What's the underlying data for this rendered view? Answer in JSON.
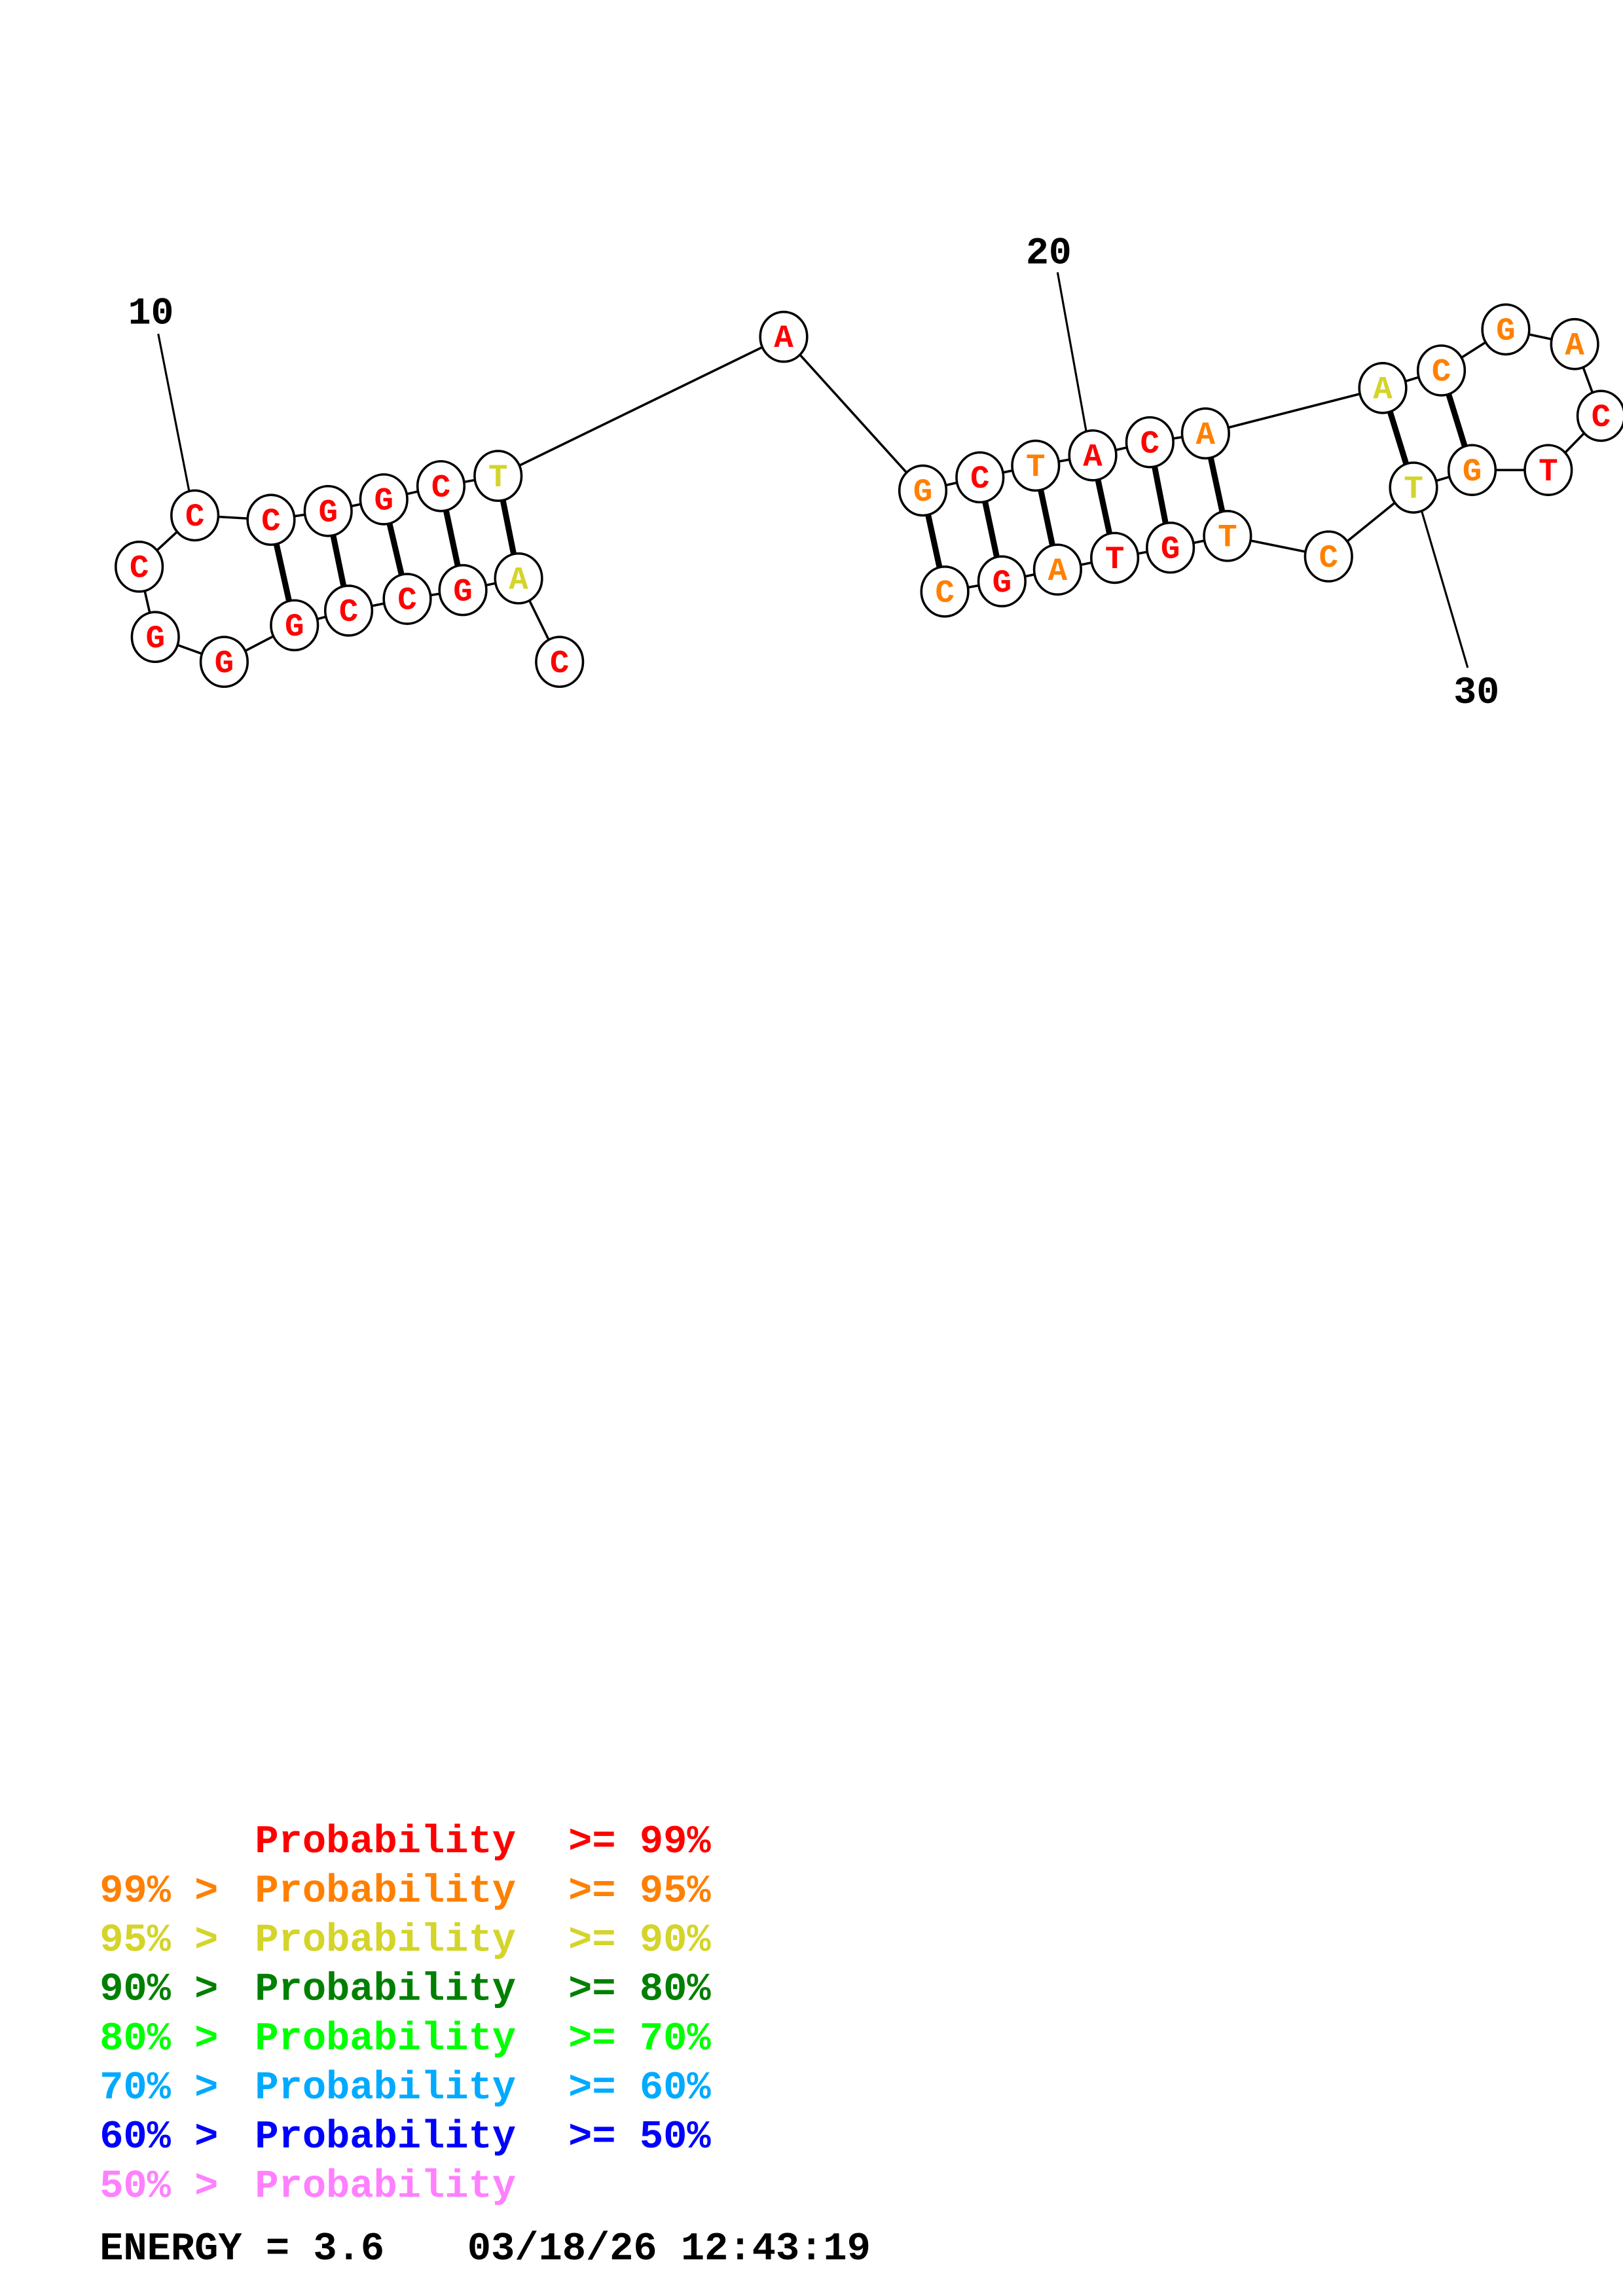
{
  "colors": {
    "p99": "#ff0000",
    "p95": "#ff8000",
    "p90": "#d4d42a",
    "p80": "#008000",
    "p70": "#00ff00",
    "p60": "#00aaff",
    "p50": "#0000ff",
    "plow": "#ff80ff"
  },
  "structure": {
    "sequence": [
      {
        "n": 1,
        "base": "C",
        "cls": "p99"
      },
      {
        "n": 2,
        "base": "A",
        "cls": "p90"
      },
      {
        "n": 3,
        "base": "G",
        "cls": "p99"
      },
      {
        "n": 4,
        "base": "C",
        "cls": "p99"
      },
      {
        "n": 5,
        "base": "C",
        "cls": "p99"
      },
      {
        "n": 6,
        "base": "G",
        "cls": "p99"
      },
      {
        "n": 7,
        "base": "G",
        "cls": "p99"
      },
      {
        "n": 8,
        "base": "G",
        "cls": "p99"
      },
      {
        "n": 9,
        "base": "C",
        "cls": "p99"
      },
      {
        "n": 10,
        "base": "C",
        "cls": "p99"
      },
      {
        "n": 11,
        "base": "C",
        "cls": "p99"
      },
      {
        "n": 12,
        "base": "G",
        "cls": "p99"
      },
      {
        "n": 13,
        "base": "G",
        "cls": "p99"
      },
      {
        "n": 14,
        "base": "C",
        "cls": "p99"
      },
      {
        "n": 15,
        "base": "T",
        "cls": "p90"
      },
      {
        "n": 16,
        "base": "A",
        "cls": "p99"
      },
      {
        "n": 17,
        "base": "G",
        "cls": "p95"
      },
      {
        "n": 18,
        "base": "C",
        "cls": "p99"
      },
      {
        "n": 19,
        "base": "T",
        "cls": "p95"
      },
      {
        "n": 20,
        "base": "A",
        "cls": "p99"
      },
      {
        "n": 21,
        "base": "C",
        "cls": "p99"
      },
      {
        "n": 22,
        "base": "A",
        "cls": "p95"
      },
      {
        "n": 23,
        "base": "A",
        "cls": "p90"
      },
      {
        "n": 24,
        "base": "C",
        "cls": "p95"
      },
      {
        "n": 25,
        "base": "G",
        "cls": "p95"
      },
      {
        "n": 26,
        "base": "A",
        "cls": "p95"
      },
      {
        "n": 27,
        "base": "C",
        "cls": "p99"
      },
      {
        "n": 28,
        "base": "T",
        "cls": "p99"
      },
      {
        "n": 29,
        "base": "G",
        "cls": "p95"
      },
      {
        "n": 30,
        "base": "T",
        "cls": "p90"
      },
      {
        "n": 31,
        "base": "C",
        "cls": "p95"
      },
      {
        "n": 32,
        "base": "T",
        "cls": "p95"
      },
      {
        "n": 33,
        "base": "G",
        "cls": "p99"
      },
      {
        "n": 34,
        "base": "T",
        "cls": "p99"
      },
      {
        "n": 35,
        "base": "A",
        "cls": "p95"
      },
      {
        "n": 36,
        "base": "G",
        "cls": "p99"
      },
      {
        "n": 37,
        "base": "C",
        "cls": "p95"
      }
    ],
    "pairs": [
      [
        11,
        6
      ],
      [
        12,
        5
      ],
      [
        13,
        4
      ],
      [
        14,
        3
      ],
      [
        15,
        2
      ],
      [
        17,
        37
      ],
      [
        18,
        36
      ],
      [
        19,
        35
      ],
      [
        20,
        34
      ],
      [
        21,
        33
      ],
      [
        22,
        32
      ],
      [
        23,
        30
      ],
      [
        24,
        29
      ]
    ],
    "ticks": [
      {
        "n": 10,
        "label": "10"
      },
      {
        "n": 20,
        "label": "20"
      },
      {
        "n": 30,
        "label": "30"
      }
    ]
  },
  "legend": {
    "rows": [
      {
        "prefix": "",
        "label": "Probability",
        "suffix": ">= 99%",
        "cls": "p99"
      },
      {
        "prefix": "99% >",
        "label": "Probability",
        "suffix": ">= 95%",
        "cls": "p95"
      },
      {
        "prefix": "95% >",
        "label": "Probability",
        "suffix": ">= 90%",
        "cls": "p90"
      },
      {
        "prefix": "90% >",
        "label": "Probability",
        "suffix": ">= 80%",
        "cls": "p80"
      },
      {
        "prefix": "80% >",
        "label": "Probability",
        "suffix": ">= 70%",
        "cls": "p70"
      },
      {
        "prefix": "70% >",
        "label": "Probability",
        "suffix": ">= 60%",
        "cls": "p60"
      },
      {
        "prefix": "60% >",
        "label": "Probability",
        "suffix": ">= 50%",
        "cls": "p50"
      },
      {
        "prefix": "50% >",
        "label": "Probability",
        "suffix": "",
        "cls": "plow"
      }
    ],
    "energy_label": "ENERGY = 3.6",
    "timestamp": "03/18/26 12:43:19"
  }
}
